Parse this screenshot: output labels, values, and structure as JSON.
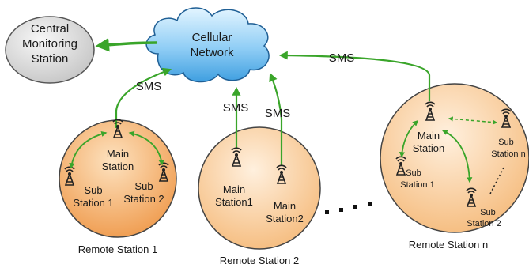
{
  "central": {
    "line1": "Central",
    "line2": "Monitoring",
    "line3": "Station"
  },
  "network": {
    "line1": "Cellular",
    "line2": "Network"
  },
  "sms_label": "SMS",
  "stations": {
    "s1": {
      "caption": "Remote Station 1",
      "main_line1": "Main",
      "main_line2": "Station",
      "sub1_line1": "Sub",
      "sub1_line2": "Station 1",
      "sub2_line1": "Sub",
      "sub2_line2": "Station 2"
    },
    "s2": {
      "caption": "Remote Station 2",
      "main1_line1": "Main",
      "main1_line2": "Station1",
      "main2_line1": "Main",
      "main2_line2": "Station2"
    },
    "sn": {
      "caption": "Remote Station n",
      "main_line1": "Main",
      "main_line2": "Station",
      "sub1_line1": "Sub",
      "sub1_line2": "Station 1",
      "sub2_line1": "Sub",
      "sub2_line2": "Station 2",
      "subn_line1": "Sub",
      "subn_line2": "Station n"
    }
  },
  "colors": {
    "arrow": "#3aa52a",
    "cloud_top": "#d8f0ff",
    "cloud_bottom": "#4aa8e6",
    "orange_light": "#fbd9b0",
    "orange_dark": "#f2a054",
    "peach_light": "#fde6cc",
    "peach_dark": "#f6bf83",
    "grey_light": "#f4f4f4",
    "grey_dark": "#c9c9c9"
  }
}
